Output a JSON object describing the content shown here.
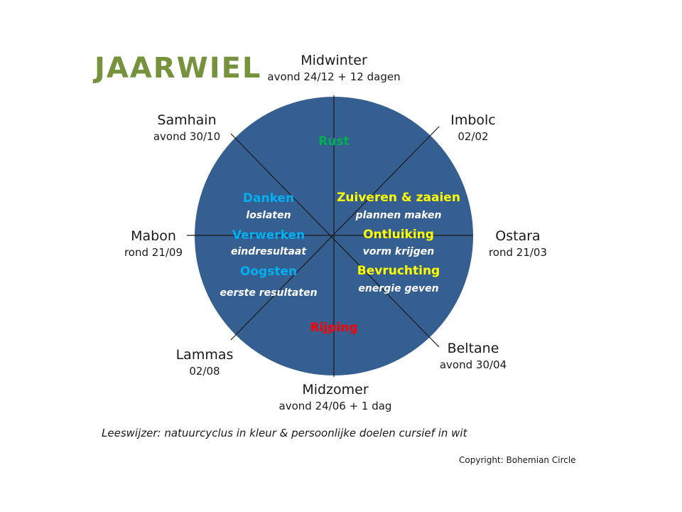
{
  "title": "JAARWIEL",
  "colors": {
    "title": "#76923c",
    "wheel": "#365f91",
    "rest": "#00b050",
    "growth": "#ffff00",
    "ripening": "#ff0000",
    "harvest": "#00b0f0",
    "personal": "#ffffff"
  },
  "festivals": {
    "midwinter": {
      "name": "Midwinter",
      "date": "avond 24/12 + 12 dagen"
    },
    "imbolc": {
      "name": "Imbolc",
      "date": "02/02"
    },
    "ostara": {
      "name": "Ostara",
      "date": "rond 21/03"
    },
    "beltane": {
      "name": "Beltane",
      "date": "avond 30/04"
    },
    "midzomer": {
      "name": "Midzomer",
      "date": "avond 24/06 + 1 dag"
    },
    "lammas": {
      "name": "Lammas",
      "date": "02/08"
    },
    "mabon": {
      "name": "Mabon",
      "date": "rond 21/09"
    },
    "samhain": {
      "name": "Samhain",
      "date": "avond 30/10"
    }
  },
  "inner": {
    "rust": "Rust",
    "zuiveren": "Zuiveren & zaaien",
    "plannen": "plannen maken",
    "ontluiking": "Ontluiking",
    "vorm": "vorm krijgen",
    "bevruchting": "Bevruchting",
    "energie": "energie geven",
    "rijping": "Rijping",
    "danken": "Danken",
    "loslaten": "loslaten",
    "verwerken": "Verwerken",
    "eindresultaat": "eindresultaat",
    "oogsten": "Oogsten",
    "eerste": "eerste resultaten"
  },
  "note": "Leeswijzer: natuurcyclus in kleur & persoonlijke doelen cursief in wit",
  "copyright": "Copyright: Bohemian Circle"
}
